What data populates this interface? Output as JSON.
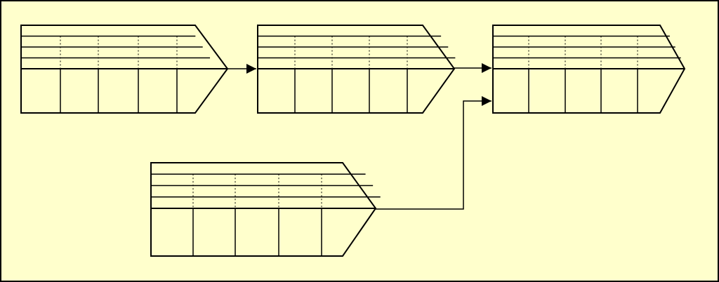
{
  "diagram": {
    "background": "#ffffcc",
    "stroke": "#000000",
    "nodes": [
      {
        "id": "block-top-left"
      },
      {
        "id": "block-top-middle"
      },
      {
        "id": "block-top-right"
      },
      {
        "id": "block-bottom"
      }
    ],
    "edges": [
      {
        "from": "block-top-left",
        "to": "block-top-middle"
      },
      {
        "from": "block-top-middle",
        "to": "block-top-right"
      },
      {
        "from": "block-bottom",
        "to": "block-top-right"
      }
    ]
  }
}
